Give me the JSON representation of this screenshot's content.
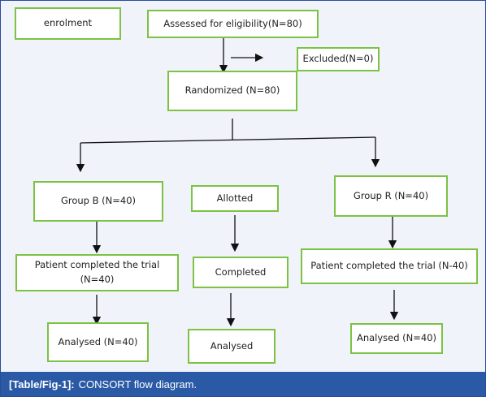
{
  "diagram": {
    "boxes": {
      "enrolment": "enrolment",
      "assessed": "Assessed for eligibility(N=80)",
      "excluded": "Excluded(N=0)",
      "randomized": "Randomized (N=80)",
      "group_b": "Group B (N=40)",
      "allotted": "Allotted",
      "group_r": "Group R (N=40)",
      "completed_b_line1": "Patient completed the trial",
      "completed_b_line2": "(N=40)",
      "completed_mid": "Completed",
      "completed_r": "Patient completed the trial (N-40)",
      "analysed_b": "Analysed (N=40)",
      "analysed_mid": "Analysed",
      "analysed_r": "Analysed (N=40)"
    },
    "colors": {
      "box_border": "#7cc243",
      "line": "#111111",
      "caption_bg": "#2a5aa5",
      "frame_bg": "#f1f3fb"
    }
  },
  "caption": {
    "tag": "[Table/Fig-1]:",
    "text": "CONSORT flow diagram."
  }
}
